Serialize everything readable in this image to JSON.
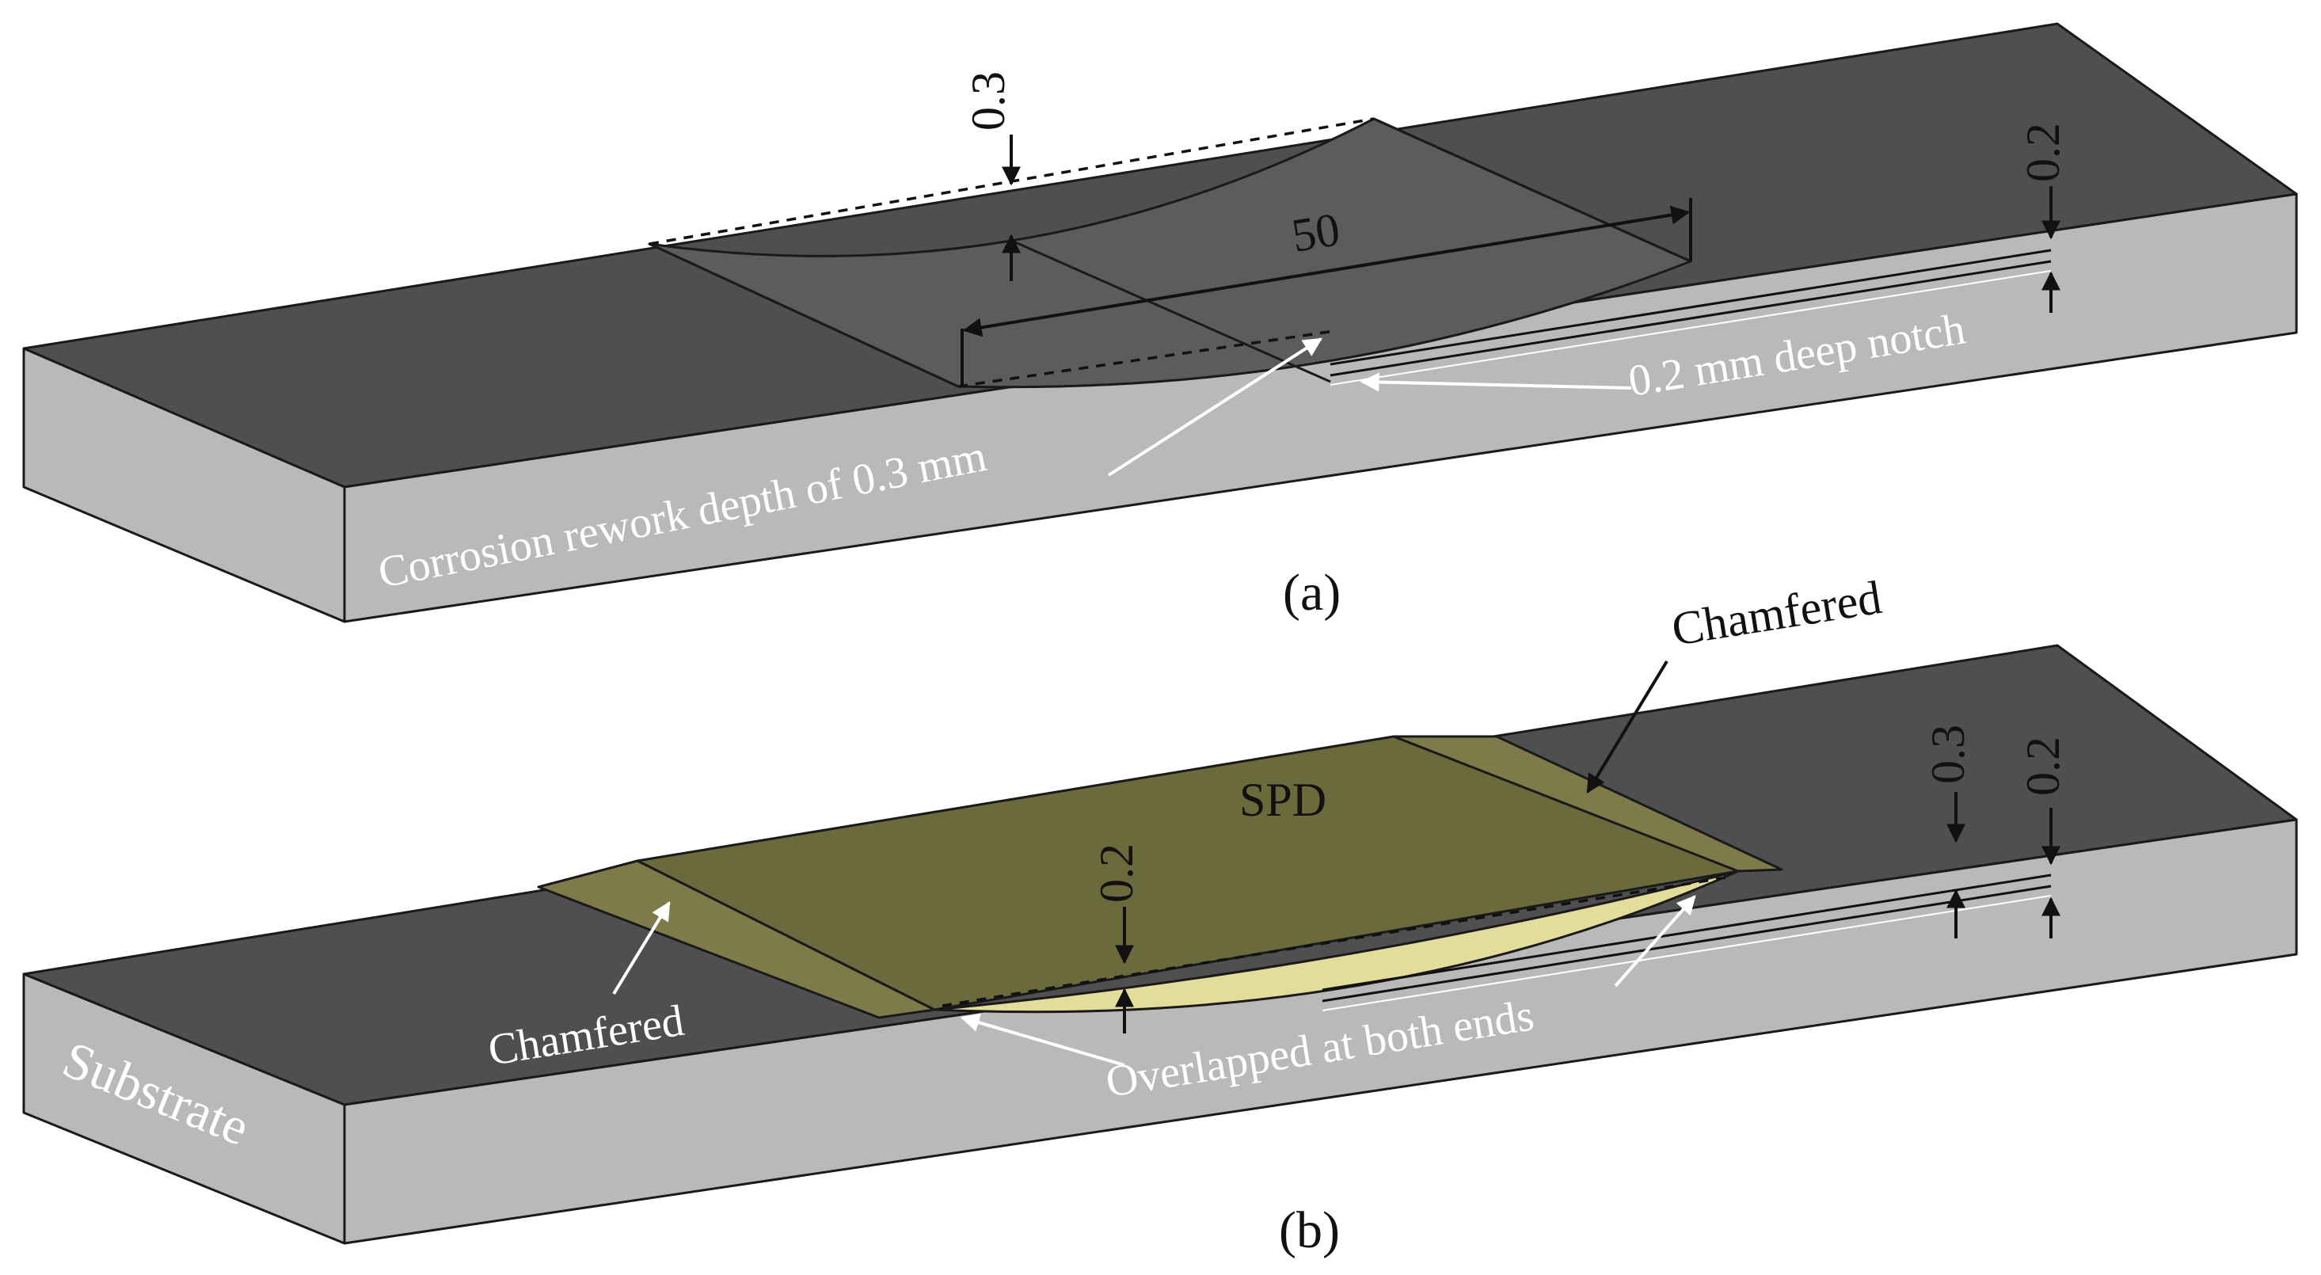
{
  "figure": {
    "panel_a": {
      "caption": "(a)",
      "dim_rework_depth": "0.3",
      "dim_length": "50",
      "dim_notch": "0.2",
      "label_notch": "0.2 mm deep notch",
      "label_rework": "Corrosion rework depth of 0.3 mm"
    },
    "panel_b": {
      "caption": "(b)",
      "label_chamfered_top": "Chamfered",
      "label_chamfered_left": "Chamfered",
      "label_spd": "SPD",
      "label_substrate": "Substrate",
      "label_overlap": "Overlapped at both ends",
      "dim_patch_depth": "0.2",
      "dim_right_03": "0.3",
      "dim_right_02": "0.2"
    },
    "colors": {
      "top_face": "#4f4f51",
      "front_face": "#b9b9bb",
      "side_face": "#6e6e70",
      "spd_patch": "#6b6a3c",
      "chamfer": "#7f7a4a",
      "overlap": "#e4dc9a"
    }
  }
}
